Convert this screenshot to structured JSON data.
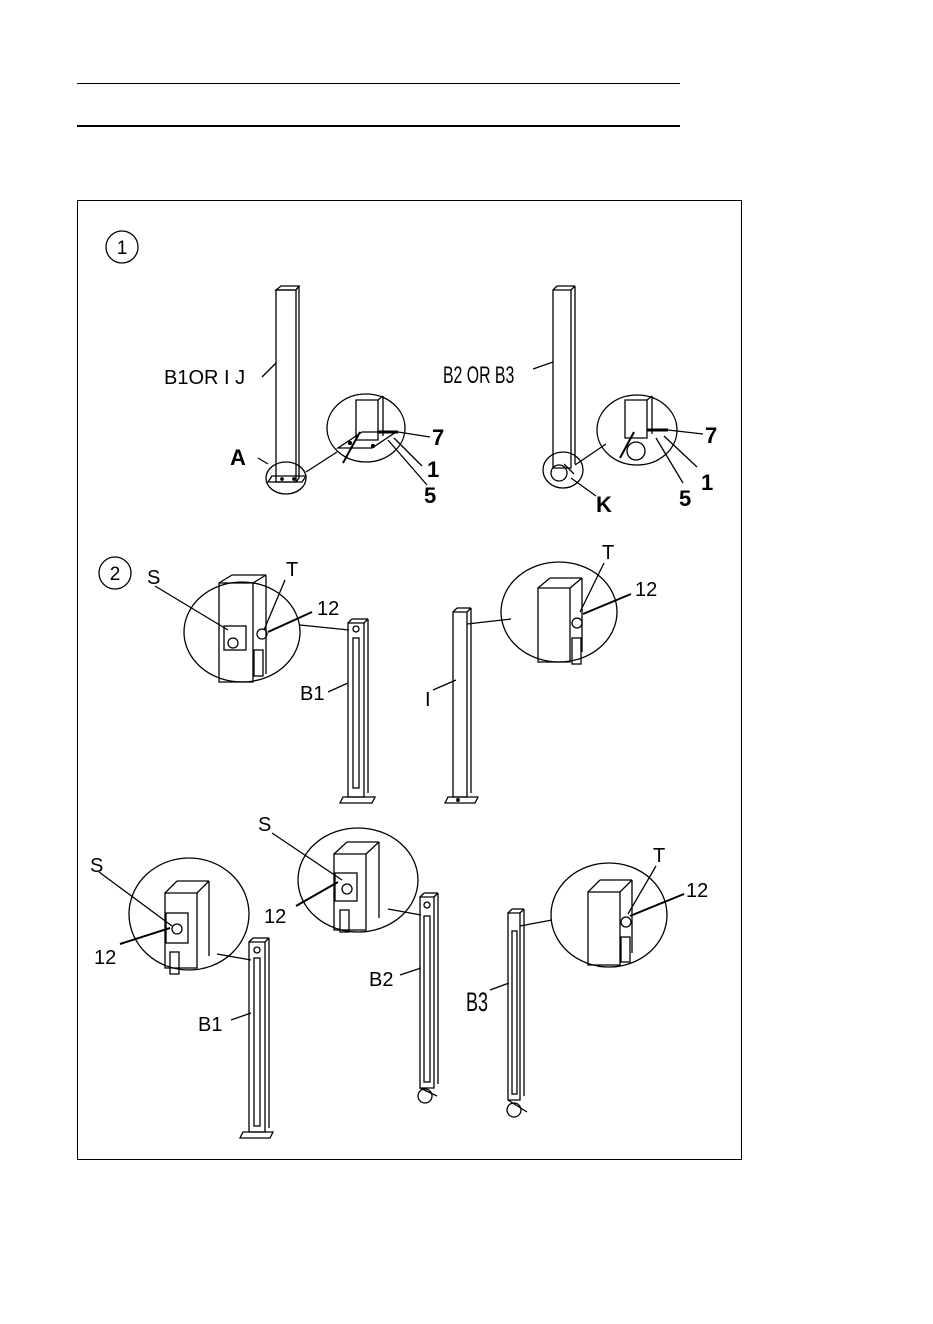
{
  "steps": [
    {
      "number": "1"
    },
    {
      "number": "2"
    }
  ],
  "labels": {
    "step1": {
      "post_left": "B1OR  I J",
      "post_right": "B2 OR B3",
      "A": "A",
      "K": "K",
      "left_detail": {
        "seven": "7",
        "one": "1",
        "five": "5"
      },
      "right_detail": {
        "seven": "7",
        "one": "1",
        "five": "5"
      }
    },
    "step2": {
      "row1": {
        "S": "S",
        "T_left": "T",
        "twelve_left": "12",
        "B1": "B1",
        "I": "I",
        "T_right": "T",
        "twelve_right": "12"
      },
      "row2": {
        "S_left": "S",
        "twelve_a": "12",
        "B1": "B1",
        "S_mid": "S",
        "twelve_b": "12",
        "B2": "B2",
        "B3": "B3",
        "T": "T",
        "twelve_c": "12"
      }
    }
  },
  "colors": {
    "ink": "#000000",
    "paper": "#ffffff"
  }
}
